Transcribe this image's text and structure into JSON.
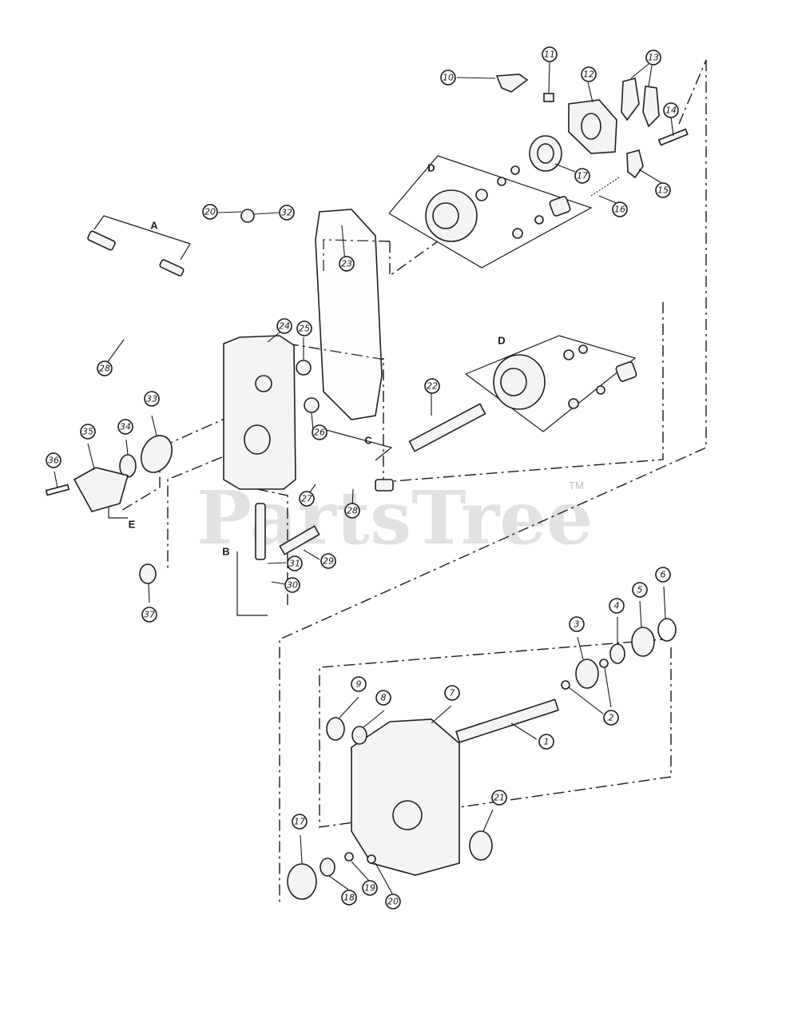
{
  "watermark": {
    "brand": "PartsTree",
    "tm": "TM"
  },
  "group_letters": {
    "a": "A",
    "b": "B",
    "c": "C",
    "d1": "D",
    "d2": "D",
    "e": "E"
  },
  "callouts": {
    "c1": "1",
    "c2": "2",
    "c3": "3",
    "c4": "4",
    "c5": "5",
    "c6": "6",
    "c7": "7",
    "c8": "8",
    "c9": "9",
    "c10": "10",
    "c11": "11",
    "c12": "12",
    "c13": "13",
    "c14": "14",
    "c15": "15",
    "c16": "16",
    "c17a": "17",
    "c17b": "17",
    "c18": "18",
    "c19": "19",
    "c20a": "20",
    "c20b": "20",
    "c21": "21",
    "c22": "22",
    "c23": "23",
    "c24": "24",
    "c25": "25",
    "c26": "26",
    "c27": "27",
    "c28a": "28",
    "c28b": "28",
    "c29": "29",
    "c30": "30",
    "c31": "31",
    "c32": "32",
    "c33": "33",
    "c34": "34",
    "c35": "35",
    "c36": "36",
    "c37": "37"
  },
  "colors": {
    "line": "#1a1a1a",
    "watermark": "#c9c9c9",
    "background": "#ffffff"
  }
}
